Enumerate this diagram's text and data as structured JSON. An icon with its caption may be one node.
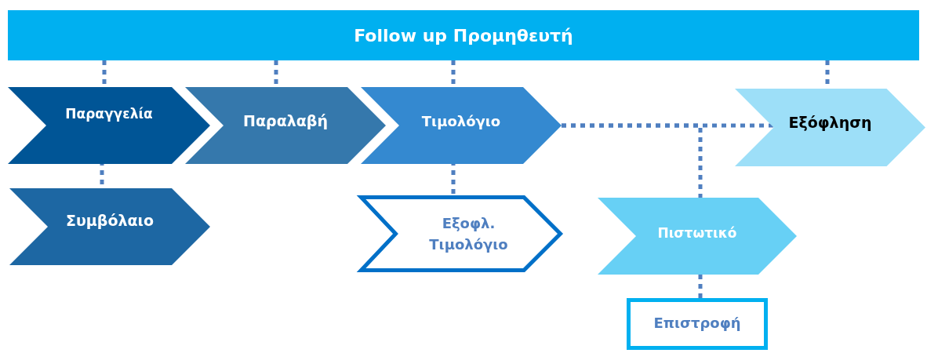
{
  "diagram": {
    "nodes": [
      {
        "text": [
          "Follow up Προμηθευτή"
        ]
      },
      {
        "text": [
          "Παραγγελία"
        ]
      },
      {
        "text": [
          "Παραλαβή"
        ]
      },
      {
        "text": [
          "Τιμολόγιο"
        ]
      },
      {
        "text": [
          "Εξόφληση"
        ]
      },
      {
        "text": [
          "Συμβόλαιο"
        ]
      },
      {
        "text": [
          "Εξοφλ. Τιμολόγιο"
        ]
      },
      {
        "text": [
          "Πιστωτικό"
        ]
      },
      {
        "text": [
          "Επιστροφή"
        ]
      }
    ],
    "edges": [
      {
        "from": 0,
        "to": 1,
        "arrow": "none",
        "style": "dashed"
      },
      {
        "from": 0,
        "to": 2,
        "arrow": "none",
        "style": "dashed"
      },
      {
        "from": 0,
        "to": 3,
        "arrow": "none",
        "style": "dashed"
      },
      {
        "from": 0,
        "to": 4,
        "arrow": "none",
        "style": "dashed"
      },
      {
        "from": 1,
        "to": 5,
        "arrow": "none",
        "style": "dashed"
      },
      {
        "from": 3,
        "to": 6,
        "arrow": "none",
        "style": "dashed"
      },
      {
        "from": 3,
        "to": 4,
        "arrow": "none",
        "style": "dashed"
      },
      {
        "from": 3,
        "to": 7,
        "arrow": "none",
        "style": "dashed"
      },
      {
        "from": 7,
        "to": 8,
        "arrow": "none",
        "style": "dashed"
      }
    ]
  }
}
